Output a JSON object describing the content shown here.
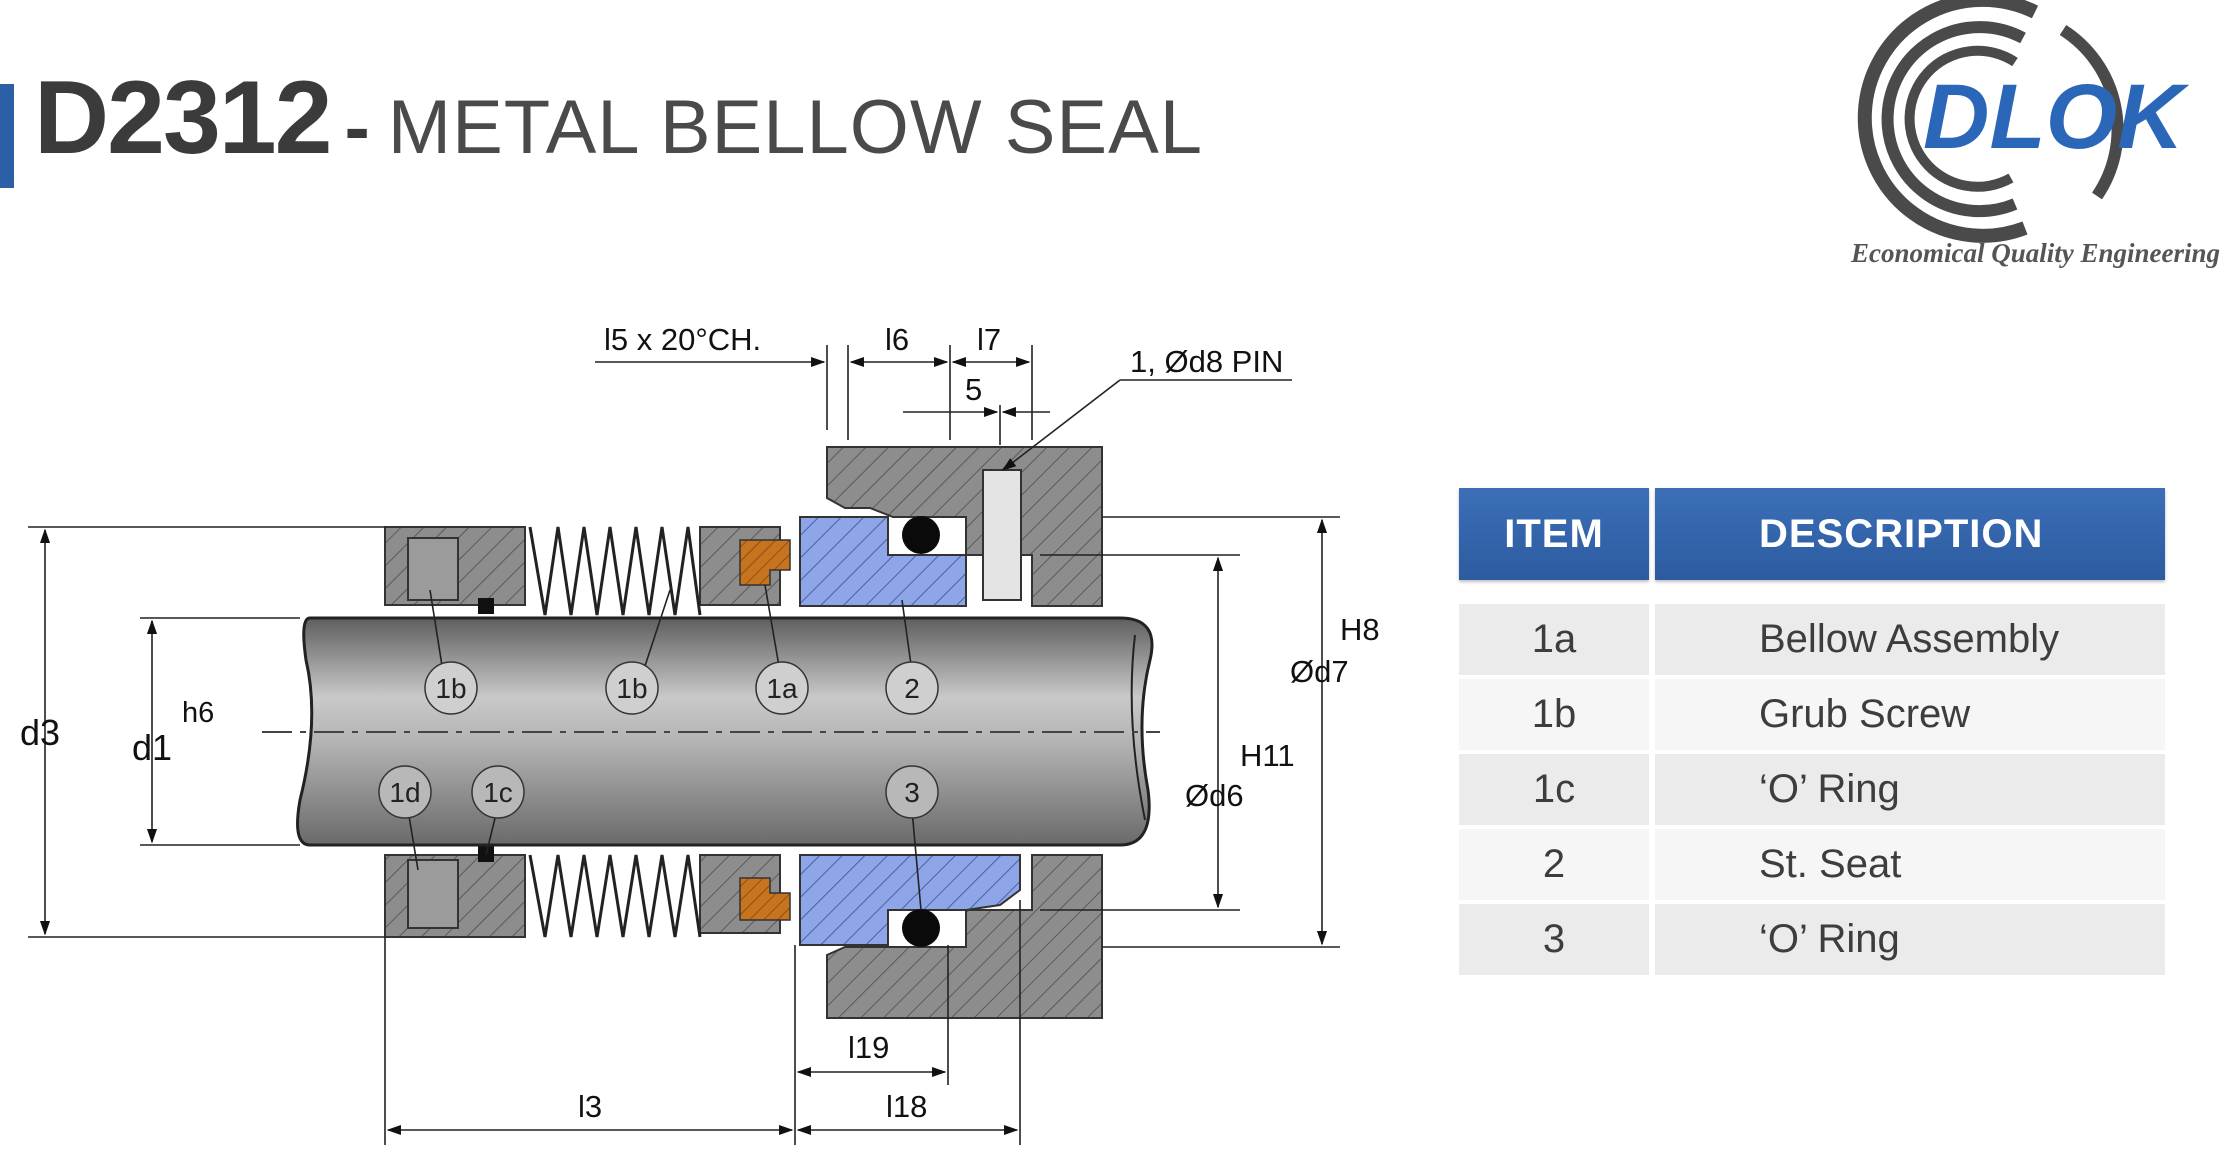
{
  "header": {
    "code": "D2312",
    "dash": "-",
    "name": "METAL BELLOW SEAL"
  },
  "logo": {
    "wordmark": "DLOK",
    "tagline": "Economical Quality Engineering",
    "colors": {
      "blue": "#2b67b8",
      "grey": "#4a4a4a"
    }
  },
  "drawing": {
    "dimensions": {
      "chamfer": "l5 x 20°CH.",
      "l6": "l6",
      "l7": "l7",
      "five": "5",
      "pin": "1, Ød8 PIN",
      "d3": "d3",
      "d1": "d1",
      "h6": "h6",
      "h8": "H8",
      "d7": "Ød7",
      "h11": "H11",
      "d6": "Ød6",
      "l19": "l19",
      "l3": "l3",
      "l18": "l18"
    },
    "callouts": [
      "1b",
      "1b",
      "1a",
      "2",
      "1d",
      "1c",
      "3"
    ],
    "colors": {
      "seat": "#8ea6e8",
      "bellow": "#c8731e",
      "housing": "#8a8a8a",
      "shaft": "#9a9a9a"
    }
  },
  "table": {
    "headers": {
      "item": "ITEM",
      "description": "DESCRIPTION"
    },
    "rows": [
      {
        "item": "1a",
        "description": "Bellow Assembly"
      },
      {
        "item": "1b",
        "description": "Grub Screw"
      },
      {
        "item": "1c",
        "description": "‘O’ Ring"
      },
      {
        "item": "2",
        "description": "St. Seat"
      },
      {
        "item": "3",
        "description": "‘O’ Ring"
      }
    ]
  }
}
